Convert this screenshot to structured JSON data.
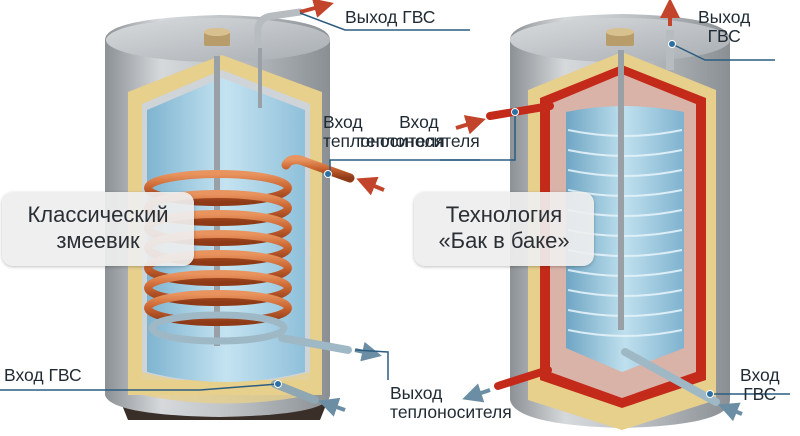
{
  "left_tank": {
    "title_line1": "Классический",
    "title_line2": "змеевик",
    "hot_out": "Выход ГВС",
    "coolant_in_line1": "Вход",
    "coolant_in_line2": "теплоносителя",
    "cold_in": "Вход ГВС"
  },
  "center": {
    "coolant_out_line1": "Выход",
    "coolant_out_line2": "теплоносителя"
  },
  "right_tank": {
    "title_line1": "Технология",
    "title_line2": "«Бак в баке»",
    "hot_out_line1": "Выход",
    "hot_out_line2": "ГВС",
    "coolant_in_line1": "Вход",
    "coolant_in_line2": "теплоносителя",
    "cold_in_line1": "Вход",
    "cold_in_line2": "ГВС"
  },
  "colors": {
    "steel": "#b8bcc0",
    "insulation": "#e7cf8c",
    "water": "#a9d2e6",
    "copper": "#c8622f",
    "red_wall": "#c42a1a",
    "arrow_hot": "#c2442a",
    "arrow_cold": "#6b8ea5",
    "leader": "#2b5d80"
  }
}
